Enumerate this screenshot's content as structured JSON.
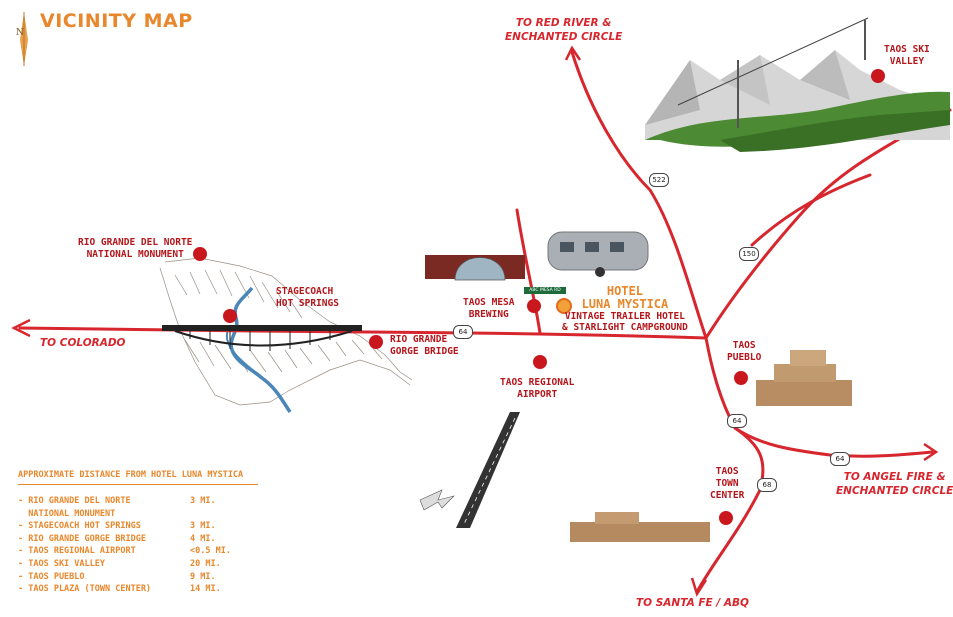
{
  "title": "VICINITY MAP",
  "compass_letter": "N",
  "directions": {
    "red_river": [
      "TO RED RIVER &",
      "ENCHANTED CIRCLE"
    ],
    "colorado": "TO COLORADO",
    "angel_fire": [
      "TO ANGEL FIRE &",
      "ENCHANTED CIRCLE"
    ],
    "santa_fe": "TO SANTA FE / ABQ"
  },
  "places": {
    "rio_grande_del_norte": [
      "RIO GRANDE DEL NORTE",
      "NATIONAL MONUMENT"
    ],
    "stagecoach": [
      "STAGECOACH",
      "HOT SPRINGS"
    ],
    "gorge_bridge": [
      "RIO GRANDE",
      "GORGE BRIDGE"
    ],
    "taos_mesa_brewing": [
      "TAOS MESA",
      "BREWING"
    ],
    "airport": [
      "TAOS REGIONAL",
      "AIRPORT"
    ],
    "ski_valley": [
      "TAOS SKI",
      "VALLEY"
    ],
    "pueblo": [
      "TAOS",
      "PUEBLO"
    ],
    "town_center": [
      "TAOS",
      "TOWN",
      "CENTER"
    ]
  },
  "hotel": {
    "line1": "HOTEL",
    "line2": "LUNA MYSTICA",
    "line3": "VINTAGE TRAILER HOTEL",
    "line4": "& STARLIGHT CAMPGROUND"
  },
  "street_sign": "ABC MESA RD",
  "routes": [
    "522",
    "150",
    "64",
    "64",
    "68",
    "64"
  ],
  "distance_table": {
    "heading": "APPROXIMATE DISTANCE FROM HOTEL LUNA MYSTICA",
    "rows": [
      {
        "name": "- RIO GRANDE DEL NORTE\n  NATIONAL MONUMENT",
        "dist": "3 MI."
      },
      {
        "name": "- STAGECOACH HOT SPRINGS",
        "dist": "3 MI."
      },
      {
        "name": "- RIO GRANDE GORGE BRIDGE",
        "dist": "4 MI."
      },
      {
        "name": "- TAOS REGIONAL AIRPORT",
        "dist": "<0.5 MI."
      },
      {
        "name": "- TAOS SKI VALLEY",
        "dist": "20 MI."
      },
      {
        "name": "- TAOS PUEBLO",
        "dist": "9 MI."
      },
      {
        "name": "- TAOS PLAZA (TOWN CENTER)",
        "dist": "14 MI."
      }
    ]
  },
  "colors": {
    "road": "#d7262d",
    "marker": "#c8181e",
    "accent": "#e8872b",
    "river": "#4a86b8"
  }
}
